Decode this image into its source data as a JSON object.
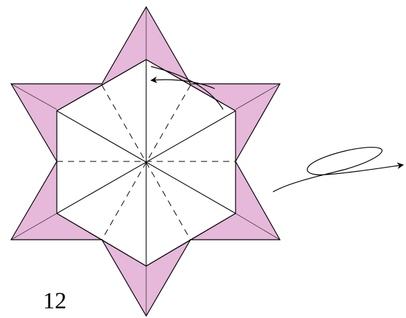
{
  "step": {
    "number": "12"
  },
  "colors": {
    "paper_colored": "#e6b8da",
    "paper_white": "#ffffff",
    "line": "#000000"
  },
  "folds": {
    "valley_folds": 6,
    "creases_solid": 3
  }
}
